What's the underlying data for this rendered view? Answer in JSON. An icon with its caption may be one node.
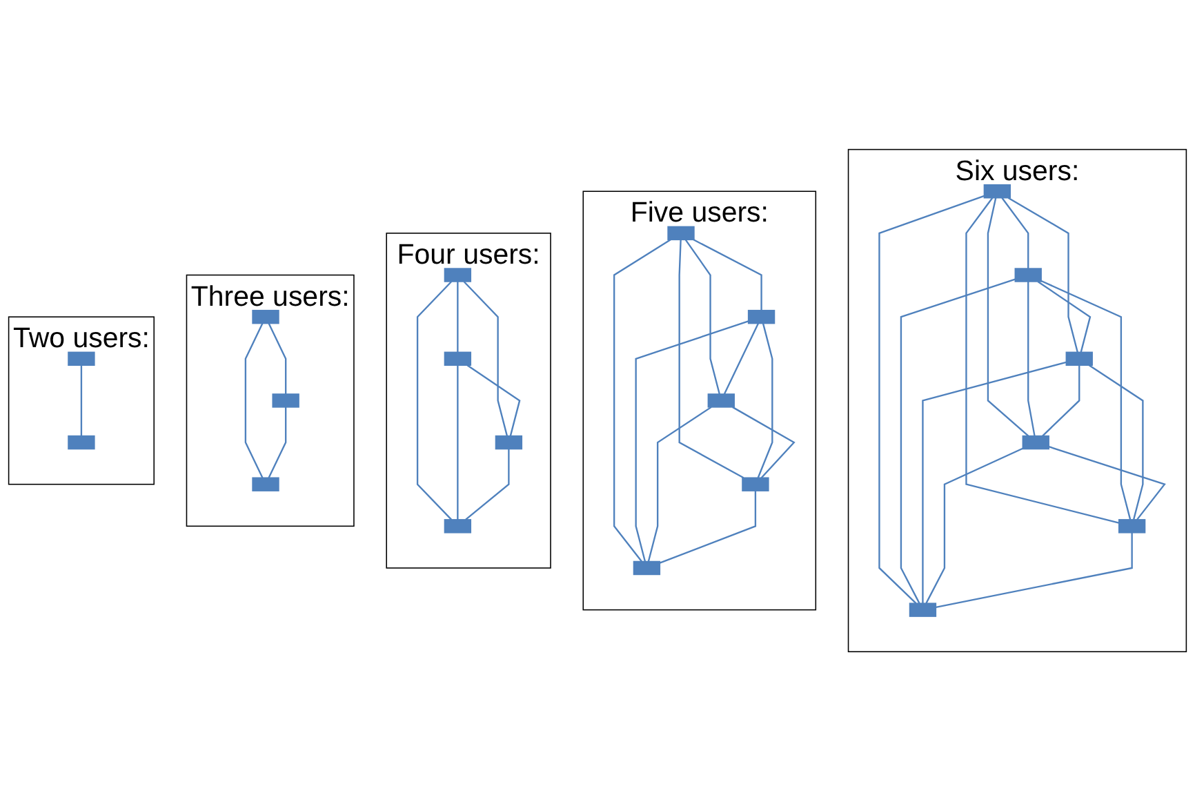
{
  "diagram": {
    "nodes": [
      {
        "text": [
          "Two users:"
        ]
      },
      {
        "text": [],
        "shape": "box",
        "in": 0
      },
      {
        "text": [],
        "shape": "box",
        "in": 0
      },
      {
        "text": [
          "Three users:"
        ]
      },
      {
        "text": [],
        "shape": "box",
        "in": 3
      },
      {
        "text": [],
        "shape": "box",
        "in": 3
      },
      {
        "text": [],
        "shape": "box",
        "in": 3
      },
      {
        "text": [
          "Four users:"
        ]
      },
      {
        "text": [],
        "shape": "box",
        "in": 7
      },
      {
        "text": [],
        "shape": "box",
        "in": 7
      },
      {
        "text": [],
        "shape": "box",
        "in": 7
      },
      {
        "text": [],
        "shape": "box",
        "in": 7
      },
      {
        "text": [
          "Five users:"
        ]
      },
      {
        "text": [],
        "shape": "box",
        "in": 12
      },
      {
        "text": [],
        "shape": "box",
        "in": 12
      },
      {
        "text": [],
        "shape": "box",
        "in": 12
      },
      {
        "text": [],
        "shape": "box",
        "in": 12
      },
      {
        "text": [],
        "shape": "box",
        "in": 12
      },
      {
        "text": [
          "Six users:"
        ]
      },
      {
        "text": [],
        "shape": "box",
        "in": 18
      },
      {
        "text": [],
        "shape": "box",
        "in": 18
      },
      {
        "text": [],
        "shape": "box",
        "in": 18
      },
      {
        "text": [],
        "shape": "box",
        "in": 18
      },
      {
        "text": [],
        "shape": "box",
        "in": 18
      },
      {
        "text": [],
        "shape": "box",
        "in": 18
      }
    ],
    "edges": [
      {
        "from": 1,
        "to": 2,
        "arrow": "none"
      },
      {
        "from": 4,
        "to": 5,
        "arrow": "none"
      },
      {
        "from": 4,
        "to": 6,
        "arrow": "none"
      },
      {
        "from": 5,
        "to": 6,
        "arrow": "none"
      },
      {
        "from": 8,
        "to": 9,
        "arrow": "none"
      },
      {
        "from": 8,
        "to": 10,
        "arrow": "none"
      },
      {
        "from": 8,
        "to": 11,
        "arrow": "none"
      },
      {
        "from": 9,
        "to": 10,
        "arrow": "none"
      },
      {
        "from": 9,
        "to": 11,
        "arrow": "none"
      },
      {
        "from": 10,
        "to": 11,
        "arrow": "none"
      },
      {
        "from": 13,
        "to": 14,
        "arrow": "none"
      },
      {
        "from": 13,
        "to": 15,
        "arrow": "none"
      },
      {
        "from": 13,
        "to": 16,
        "arrow": "none"
      },
      {
        "from": 13,
        "to": 17,
        "arrow": "none"
      },
      {
        "from": 14,
        "to": 15,
        "arrow": "none"
      },
      {
        "from": 14,
        "to": 16,
        "arrow": "none"
      },
      {
        "from": 14,
        "to": 17,
        "arrow": "none"
      },
      {
        "from": 15,
        "to": 16,
        "arrow": "none"
      },
      {
        "from": 15,
        "to": 17,
        "arrow": "none"
      },
      {
        "from": 16,
        "to": 17,
        "arrow": "none"
      },
      {
        "from": 19,
        "to": 20,
        "arrow": "none"
      },
      {
        "from": 19,
        "to": 21,
        "arrow": "none"
      },
      {
        "from": 19,
        "to": 22,
        "arrow": "none"
      },
      {
        "from": 19,
        "to": 23,
        "arrow": "none"
      },
      {
        "from": 19,
        "to": 24,
        "arrow": "none"
      },
      {
        "from": 20,
        "to": 21,
        "arrow": "none"
      },
      {
        "from": 20,
        "to": 22,
        "arrow": "none"
      },
      {
        "from": 20,
        "to": 23,
        "arrow": "none"
      },
      {
        "from": 20,
        "to": 24,
        "arrow": "none"
      },
      {
        "from": 21,
        "to": 22,
        "arrow": "none"
      },
      {
        "from": 21,
        "to": 23,
        "arrow": "none"
      },
      {
        "from": 21,
        "to": 24,
        "arrow": "none"
      },
      {
        "from": 22,
        "to": 23,
        "arrow": "none"
      },
      {
        "from": 22,
        "to": 24,
        "arrow": "none"
      },
      {
        "from": 23,
        "to": 24,
        "arrow": "none"
      }
    ]
  }
}
